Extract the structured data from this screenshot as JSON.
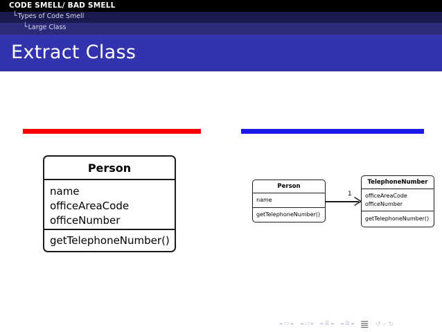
{
  "header": {
    "title": "CODE SMELL/ BAD SMELL",
    "nav_section": {
      "tree_glyph": "└",
      "label": "Types of Code Smell"
    },
    "nav_subsection": {
      "tree_glyph": "└",
      "label": "Large Class"
    }
  },
  "frame": {
    "title": "Extract Class"
  },
  "rules": {
    "left_color": "#fb0000",
    "right_color": "#1a1ae6"
  },
  "diagram_before": {
    "person": {
      "name": "Person",
      "attributes": [
        "name",
        "officeAreaCode",
        "officeNumber"
      ],
      "operations": [
        "getTelephoneNumber()"
      ]
    }
  },
  "diagram_after": {
    "person": {
      "name": "Person",
      "attributes": [
        "name"
      ],
      "operations": [
        "getTelephoneNumber()"
      ]
    },
    "telephone_number": {
      "name": "TelephoneNumber",
      "attributes": [
        "officeAreaCode",
        "officeNumber"
      ],
      "operations": [
        "getTelephoneNumber()"
      ]
    },
    "association": {
      "multiplicity": "1"
    }
  },
  "navigation": {
    "groups": [
      {
        "left": "◄",
        "symbol": "▭",
        "right": "►"
      },
      {
        "left": "◄",
        "symbol": "▱",
        "right": "►"
      },
      {
        "left": "◄",
        "symbol": "≣",
        "right": "►"
      },
      {
        "left": "◄",
        "symbol": "≣",
        "right": "►"
      }
    ],
    "standalone_symbol": "≣",
    "tail": [
      "↺",
      "⌕",
      "↻"
    ]
  }
}
